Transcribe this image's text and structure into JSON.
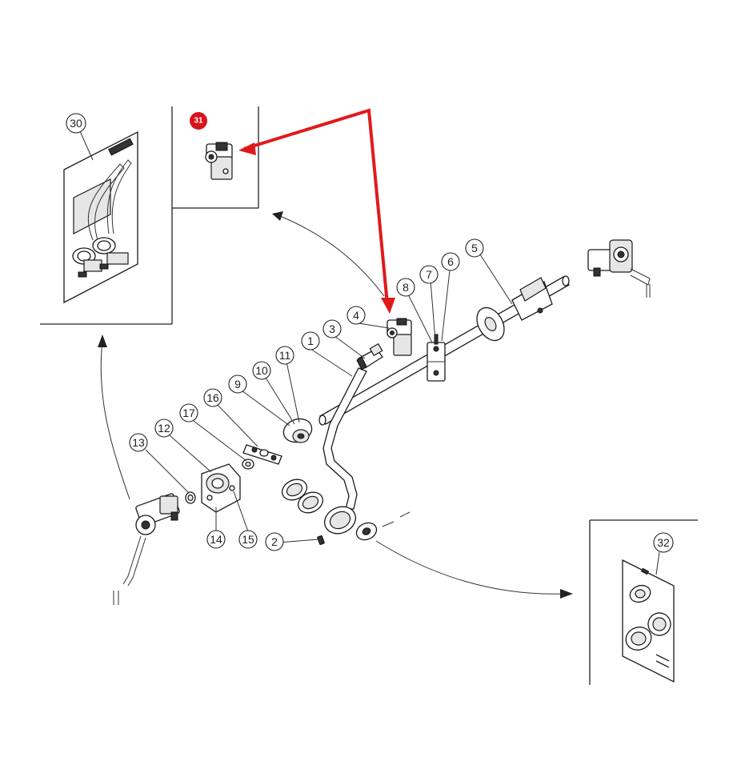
{
  "callouts": [
    {
      "id": "1",
      "label": "1"
    },
    {
      "id": "2",
      "label": "2"
    },
    {
      "id": "3",
      "label": "3"
    },
    {
      "id": "4",
      "label": "4"
    },
    {
      "id": "5",
      "label": "5"
    },
    {
      "id": "6",
      "label": "6"
    },
    {
      "id": "7",
      "label": "7"
    },
    {
      "id": "8",
      "label": "8"
    },
    {
      "id": "9",
      "label": "9"
    },
    {
      "id": "10",
      "label": "10"
    },
    {
      "id": "11",
      "label": "11"
    },
    {
      "id": "12",
      "label": "12"
    },
    {
      "id": "13",
      "label": "13"
    },
    {
      "id": "14",
      "label": "14"
    },
    {
      "id": "15",
      "label": "15"
    },
    {
      "id": "16",
      "label": "16"
    },
    {
      "id": "17",
      "label": "17"
    },
    {
      "id": "30",
      "label": "30"
    },
    {
      "id": "32",
      "label": "32"
    }
  ],
  "highlight": {
    "label": "31",
    "color": "#d9141c"
  },
  "arrow_color": "#e01a1a"
}
